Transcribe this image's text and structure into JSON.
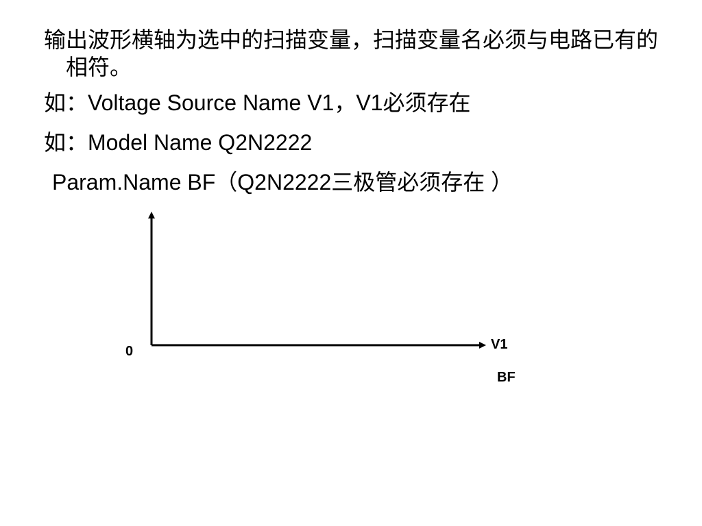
{
  "slide": {
    "line1": "输出波形横轴为选中的扫描变量，扫描变量名必须与电路已有的相符。",
    "line2": "如：Voltage Source Name V1，V1必须存在",
    "line3": "如：Model Name Q2N2222",
    "line4": "Param.Name BF（Q2N2222三极管必须存在 ）"
  },
  "diagram": {
    "origin_label": "0",
    "x_label_primary": "V1",
    "x_label_secondary": "BF"
  }
}
